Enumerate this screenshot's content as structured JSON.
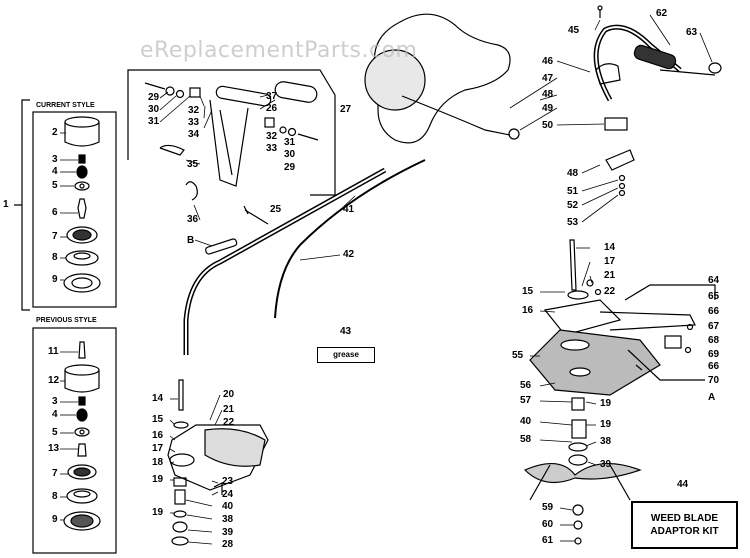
{
  "watermark": "eReplacementParts.com",
  "headers": {
    "current_style": "CURRENT STYLE",
    "previous_style": "PREVIOUS STYLE"
  },
  "grease_label": "grease",
  "kit_label": {
    "line1": "WEED BLADE",
    "line2": "ADAPTOR KIT"
  },
  "callouts": {
    "c1": "1",
    "c2": "2",
    "c3": "3",
    "c4": "4",
    "c5": "5",
    "c6": "6",
    "c7": "7",
    "c8": "8",
    "c9": "9",
    "p11": "11",
    "p12": "12",
    "p3": "3",
    "p4": "4",
    "p5": "5",
    "p13": "13",
    "p7": "7",
    "p8": "8",
    "p9": "9",
    "h29a": "29",
    "h30a": "30",
    "h31a": "31",
    "h32a": "32",
    "h33a": "33",
    "h34": "34",
    "h35": "35",
    "h36": "36",
    "h37": "37",
    "h26": "26",
    "h27": "27",
    "h32b": "32",
    "h33b": "33",
    "h31b": "31",
    "h30b": "30",
    "h29b": "29",
    "h25": "25",
    "B": "B",
    "s41": "41",
    "s42": "42",
    "s43": "43",
    "g14": "14",
    "g15": "15",
    "g16": "16",
    "g17": "17",
    "g18": "18",
    "g19a": "19",
    "g19b": "19",
    "g20": "20",
    "g21": "21",
    "g22": "22",
    "g23": "23",
    "g24": "24",
    "g40": "40",
    "g38": "38",
    "g39": "39",
    "g28": "28",
    "r45": "45",
    "r46": "46",
    "r47": "47",
    "r48a": "48",
    "r49": "49",
    "r50": "50",
    "r62": "62",
    "r63": "63",
    "r48b": "48",
    "r51": "51",
    "r52": "52",
    "r53": "53",
    "w14": "14",
    "w17": "17",
    "w21": "21",
    "w22": "22",
    "w15": "15",
    "w16": "16",
    "w55": "55",
    "w64": "64",
    "w65": "65",
    "w66a": "66",
    "w67": "67",
    "w68": "68",
    "w69": "69",
    "w66b": "66",
    "w70": "70",
    "wA": "A",
    "w56": "56",
    "w57": "57",
    "w40": "40",
    "w19a": "19",
    "w19b": "19",
    "w58": "58",
    "w38": "38",
    "w39": "39",
    "w44": "44",
    "w59": "59",
    "w60": "60",
    "w61": "61"
  }
}
